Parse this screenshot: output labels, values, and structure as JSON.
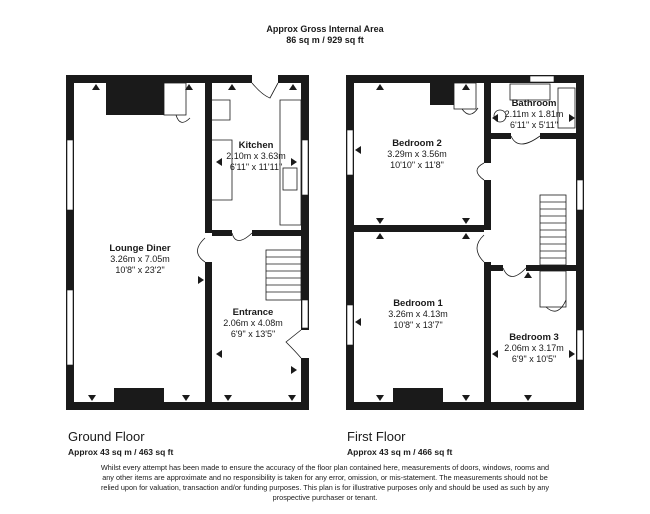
{
  "header": {
    "line1": "Approx Gross Internal Area",
    "line2": "86 sq m / 929 sq ft"
  },
  "floors": {
    "ground": {
      "label": "Ground Floor",
      "area": "Approx 43 sq m / 463 sq ft"
    },
    "first": {
      "label": "First Floor",
      "area": "Approx 43 sq m / 466 sq ft"
    }
  },
  "rooms": {
    "kitchen": {
      "name": "Kitchen",
      "metric": "2.10m x 3.63m",
      "imperial": "6'11\" x 11'11\""
    },
    "lounge": {
      "name": "Lounge Diner",
      "metric": "3.26m x 7.05m",
      "imperial": "10'8\" x 23'2\""
    },
    "entrance": {
      "name": "Entrance",
      "metric": "2.06m x 4.08m",
      "imperial": "6'9\" x 13'5\""
    },
    "bedroom2": {
      "name": "Bedroom 2",
      "metric": "3.29m x 3.56m",
      "imperial": "10'10\" x 11'8\""
    },
    "bathroom": {
      "name": "Bathroom",
      "metric": "2.11m x 1.81m",
      "imperial": "6'11\" x 5'11\""
    },
    "bedroom1": {
      "name": "Bedroom 1",
      "metric": "3.26m x 4.13m",
      "imperial": "10'8\" x 13'7\""
    },
    "bedroom3": {
      "name": "Bedroom 3",
      "metric": "2.06m x 3.17m",
      "imperial": "6'9\" x 10'5\""
    }
  },
  "disclaimer": {
    "line1": "Whilst every attempt has been made to ensure the accuracy of the floor plan contained here, measurements of doors, windows, rooms and",
    "line2": "any other items are approximate and no responsibility is taken for any error, omission, or mis-statement. The measurements should not be",
    "line3": "relied upon for valuation, transaction and/or funding purposes. This plan is for illustrative purposes only and should be used as such by any",
    "line4": "prospective purchaser or tenant."
  }
}
